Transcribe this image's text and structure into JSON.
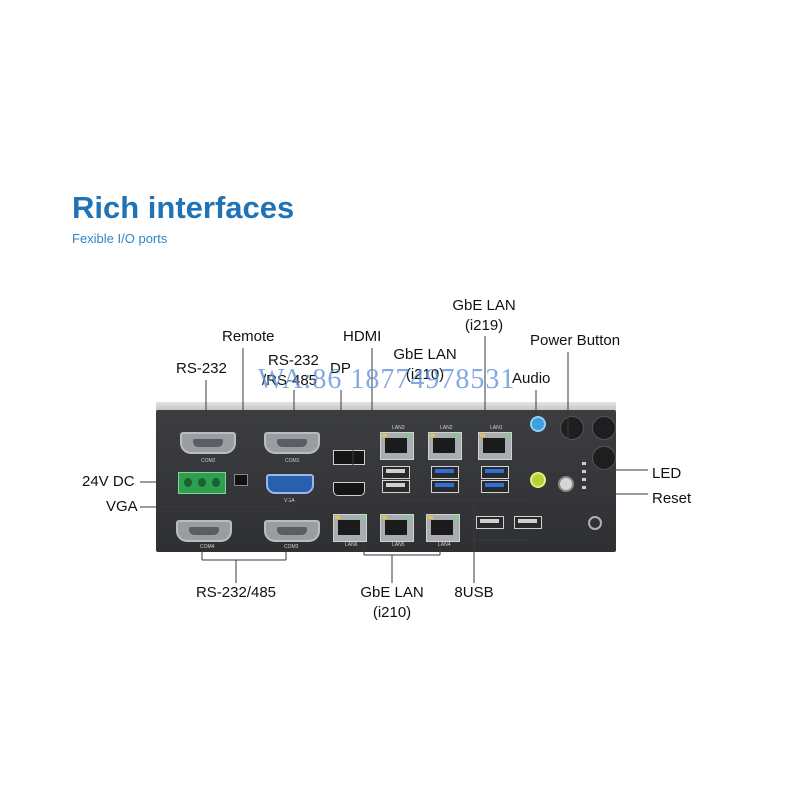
{
  "header": {
    "headline": "Rich interfaces",
    "subtitle": "Fexible I/O ports"
  },
  "watermark": "WA:86 18774978531",
  "callouts": {
    "rs232_top": "RS-232",
    "remote": "Remote",
    "rs232_485_top_line1": "RS-232",
    "rs232_485_top_line2": "/RS-485",
    "dp": "DP",
    "hdmi": "HDMI",
    "gbe_i219_line1": "GbE LAN",
    "gbe_i219_line2": "(i219)",
    "gbe_i210_top_line1": "GbE LAN",
    "gbe_i210_top_line2": "(i210)",
    "audio": "Audio",
    "power_button": "Power Button",
    "dc24": "24V DC",
    "vga": "VGA",
    "led": "LED",
    "reset": "Reset",
    "rs232_485_bottom": "RS-232/485",
    "gbe_i210_bottom_line1": "GbE LAN",
    "gbe_i210_bottom_line2": "(i210)",
    "usb8": "8USB"
  },
  "panel_labels": {
    "com2": "COM2",
    "com1": "COM1",
    "com4": "COM4",
    "com3": "COM3",
    "vga": "VGA",
    "lan3": "LAN3",
    "lan2": "LAN2",
    "lan1": "LAN1",
    "lan6": "LAN6",
    "lan5": "LAN5",
    "lan4": "LAN4"
  },
  "colors": {
    "headline": "#1f73b7",
    "panel": "#333437",
    "usb3": "#2f6fd6",
    "vga": "#2a5fb0",
    "dc_terminal": "#2e9e4f",
    "line_out": "#3d9fe0",
    "mic": "#b9d23a"
  }
}
